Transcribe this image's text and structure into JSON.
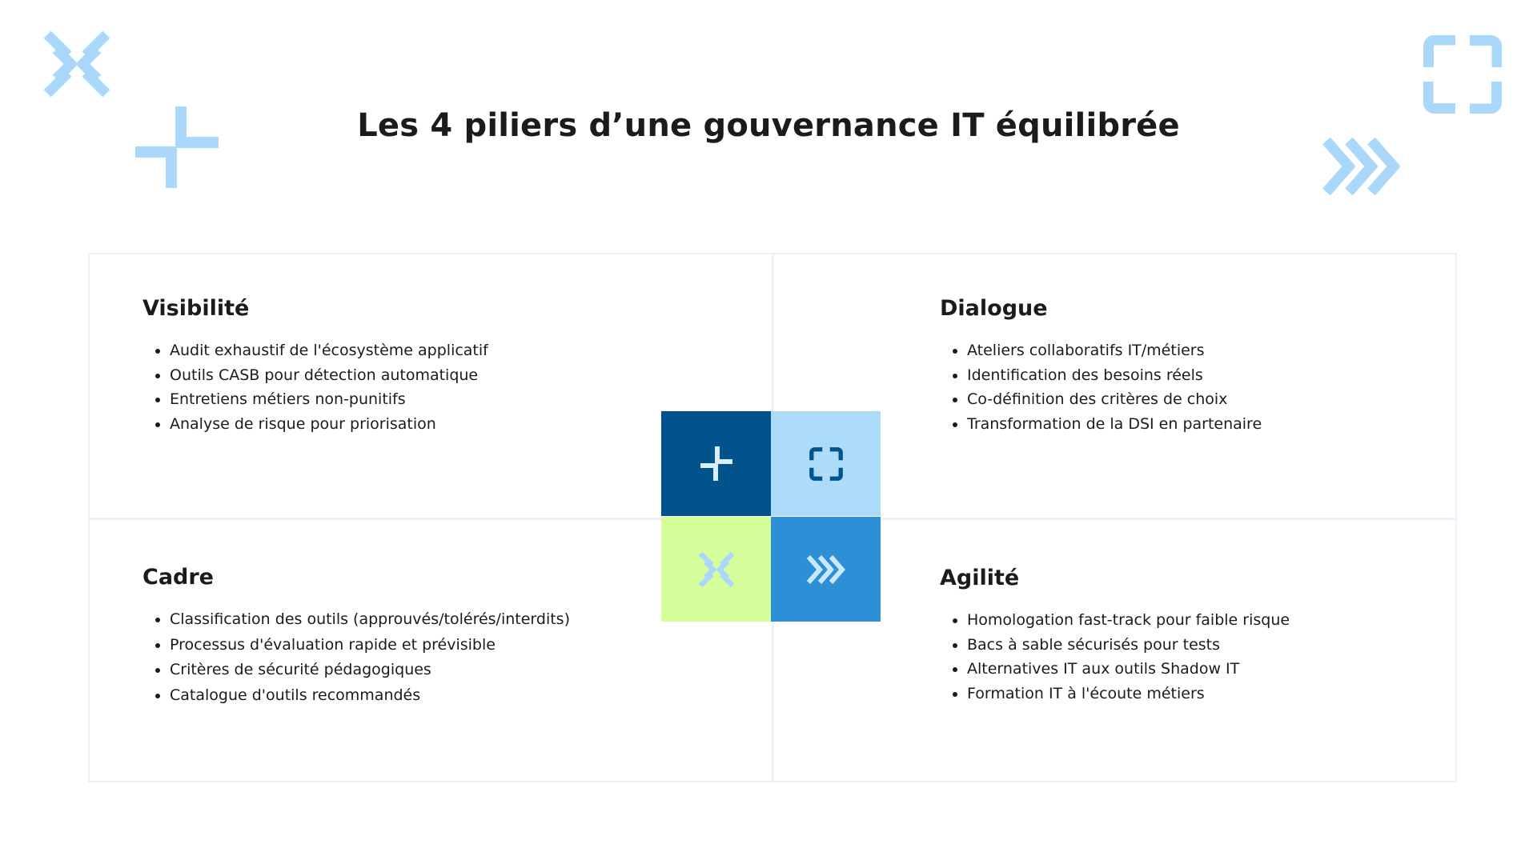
{
  "title": "Les 4 piliers d’une gouvernance IT équilibrée",
  "colors": {
    "dark_blue": "#02528c",
    "light_blue": "#addbfa",
    "lime": "#d5fe9b",
    "mid_blue": "#2d8fd5",
    "deco_blue": "#a9d8fb",
    "grid_line": "#eaf3fb"
  },
  "icons": {
    "deco_top_left": "cross-arrows-icon",
    "deco_top_left_2": "corner-arrows-icon",
    "deco_top_right": "expand-square-icon",
    "deco_top_right_2": "triple-chevron-icon",
    "tile_top_left": "corner-arrows-icon",
    "tile_top_right": "expand-square-icon",
    "tile_bottom_left": "cross-arrows-icon",
    "tile_bottom_right": "triple-chevron-icon"
  },
  "pillars": [
    {
      "heading": "Visibilité",
      "items": [
        "Audit exhaustif de l'écosystème applicatif",
        "Outils CASB pour détection automatique",
        "Entretiens métiers non-punitifs",
        "Analyse de risque pour priorisation"
      ]
    },
    {
      "heading": "Dialogue",
      "items": [
        "Ateliers collaboratifs IT/métiers",
        "Identification des besoins réels",
        "Co-définition des critères de choix",
        "Transformation de la DSI en partenaire"
      ]
    },
    {
      "heading": "Cadre",
      "items": [
        "Classification des outils (approuvés/tolérés/interdits)",
        "Processus d'évaluation rapide et prévisible",
        "Critères de sécurité pédagogiques",
        "Catalogue d'outils recommandés"
      ]
    },
    {
      "heading": "Agilité",
      "items": [
        "Homologation fast-track pour faible risque",
        "Bacs à sable sécurisés pour tests",
        "Alternatives IT aux outils Shadow IT",
        "Formation IT à l'écoute métiers"
      ]
    }
  ]
}
